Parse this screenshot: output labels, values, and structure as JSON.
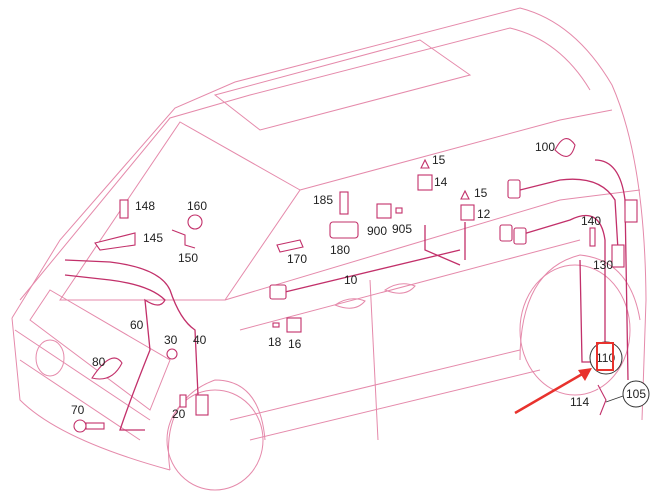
{
  "diagram": {
    "labels": {
      "p148": "148",
      "p160": "160",
      "p145": "145",
      "p150": "150",
      "p185": "185",
      "p15a": "15",
      "p14": "14",
      "p15b": "15",
      "p12": "12",
      "p900": "900",
      "p905": "905",
      "p180": "180",
      "p170": "170",
      "p10": "10",
      "p18": "18",
      "p16": "16",
      "p100": "100",
      "p140": "140",
      "p130": "130",
      "p60": "60",
      "p30": "30",
      "p40": "40",
      "p80": "80",
      "p70": "70",
      "p20": "20",
      "p110": "110",
      "p114": "114",
      "p105": "105"
    },
    "colors": {
      "line": "#e58aab",
      "part": "#c2306a",
      "highlight": "#e8322d"
    },
    "highlighted_part": "110"
  }
}
